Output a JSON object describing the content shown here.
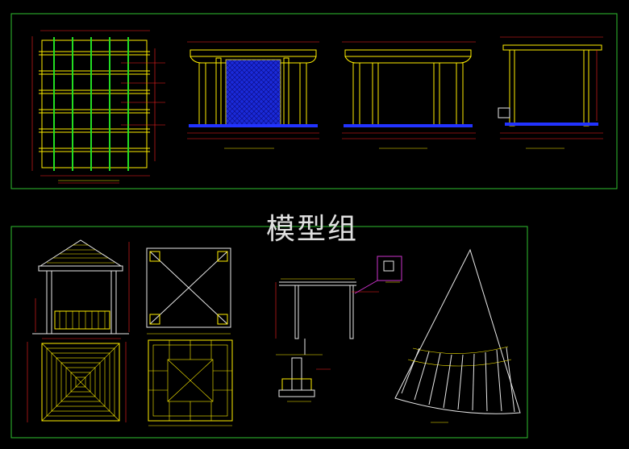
{
  "watermark": "模型组",
  "colors": {
    "background": "#000000",
    "frame": "#2fbf2f",
    "line_yellow": "#ffee00",
    "line_white": "#e8e8e8",
    "line_green": "#22dd22",
    "dim_red": "#ff2222",
    "accent_magenta": "#cc33cc",
    "fill_blue": "#2233ff"
  },
  "drawings": {
    "top_sheet": [
      "pergola-plan",
      "pergola-front-elevation",
      "pergola-rear-elevation",
      "pergola-side-elevation"
    ],
    "bottom_sheet": [
      "pavilion-elevation",
      "pavilion-roof-plan",
      "pavilion-ceiling-plan",
      "pavilion-floor-plan",
      "pavilion-paving-plan",
      "post-section",
      "footing-detail",
      "detail-callout",
      "fan-paving-plan"
    ]
  }
}
